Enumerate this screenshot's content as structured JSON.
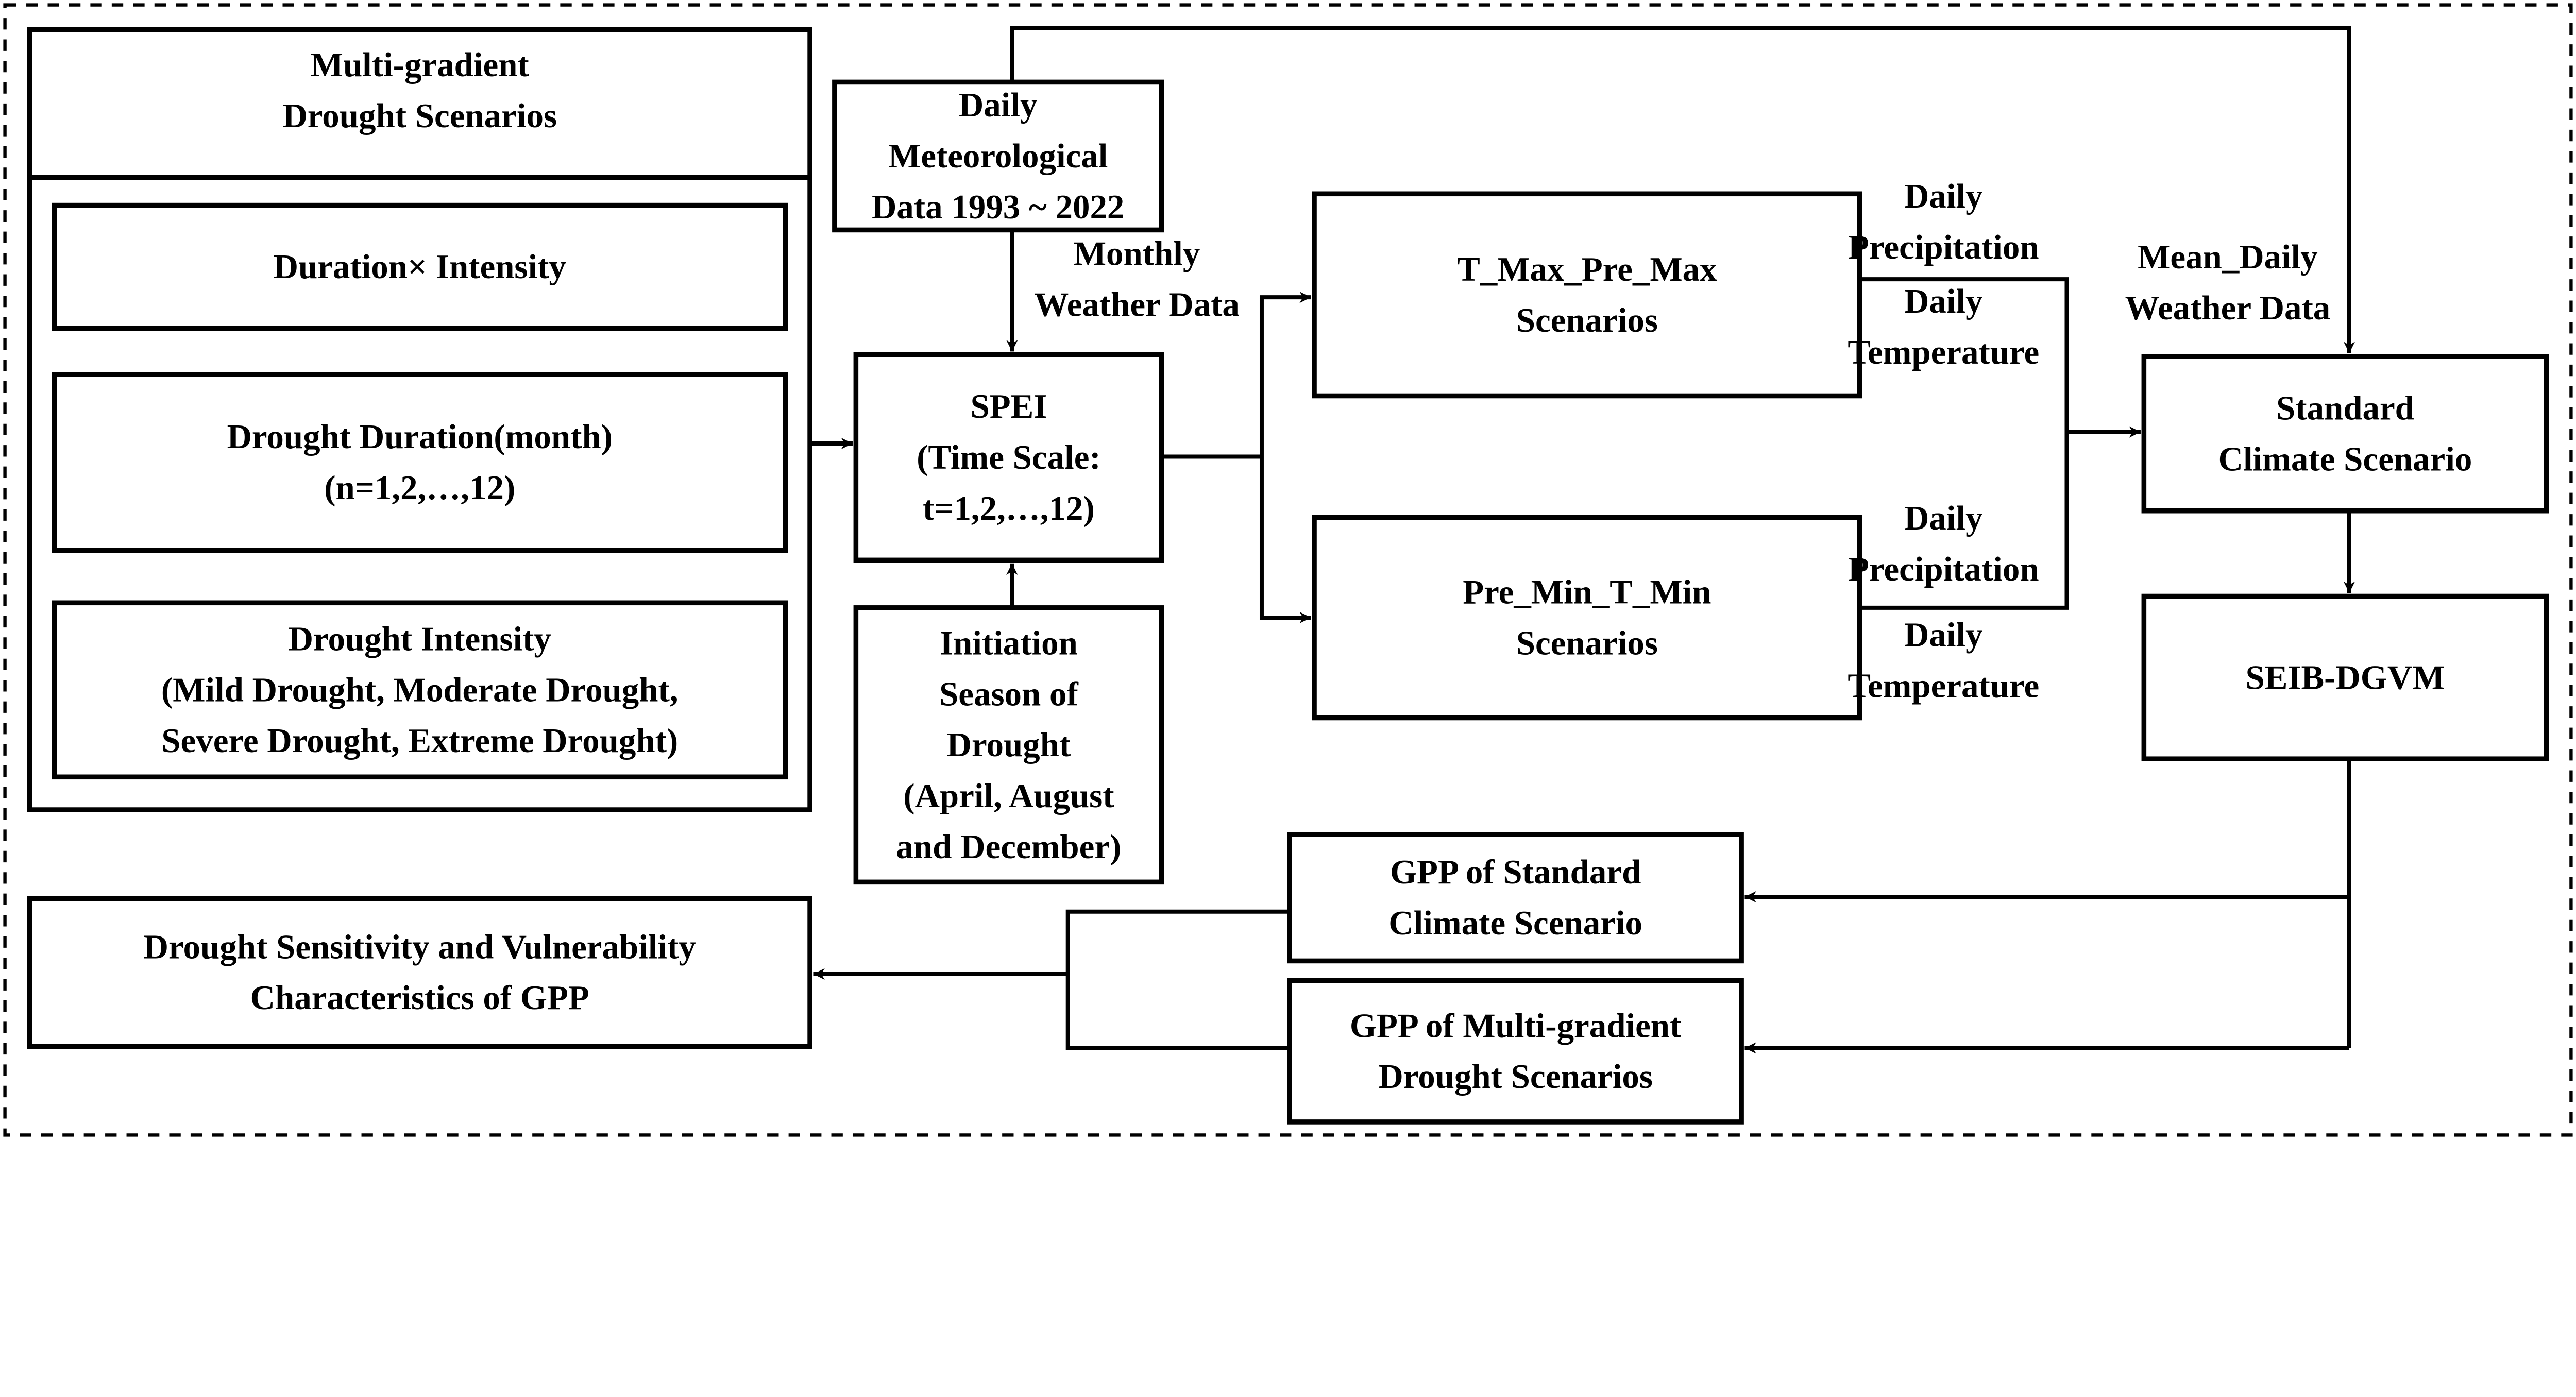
{
  "boxes": {
    "scenarios_title": [
      "Multi-gradient",
      "Drought Scenarios"
    ],
    "duration_intensity": [
      "Duration× Intensity"
    ],
    "drought_duration": [
      "Drought Duration(month)",
      "(n=1,2,…,12)"
    ],
    "drought_intensity": [
      "Drought Intensity",
      "(Mild Drought, Moderate Drought,",
      "Severe Drought, Extreme Drought)"
    ],
    "daily_met": [
      "Daily",
      "Meteorological",
      "Data 1993 ~ 2022"
    ],
    "spei": [
      "SPEI",
      "(Time Scale:",
      "t=1,2,…,12)"
    ],
    "initiation": [
      "Initiation",
      "Season of",
      "Drought",
      "(April, August",
      "and December)"
    ],
    "tmax": [
      "T_Max_Pre_Max",
      "Scenarios"
    ],
    "premin": [
      "Pre_Min_T_Min",
      "Scenarios"
    ],
    "standard": [
      "Standard",
      "Climate Scenario"
    ],
    "seib": [
      "SEIB-DGVM"
    ],
    "gpp_standard": [
      "GPP of Standard",
      "Climate Scenario"
    ],
    "gpp_multi": [
      "GPP of Multi-gradient",
      "Drought Scenarios"
    ],
    "sensitivity": [
      "Drought Sensitivity and Vulnerability",
      "Characteristics of GPP"
    ]
  },
  "labels": {
    "monthly": [
      "Monthly",
      "Weather Data"
    ],
    "tmax_precip": [
      "Daily",
      "Precipitation"
    ],
    "tmax_temp": [
      "Daily",
      "Temperature"
    ],
    "premin_precip": [
      "Daily",
      "Precipitation"
    ],
    "premin_temp": [
      "Daily",
      "Temperature"
    ],
    "mean_daily": [
      "Mean_Daily",
      "Weather Data"
    ]
  }
}
